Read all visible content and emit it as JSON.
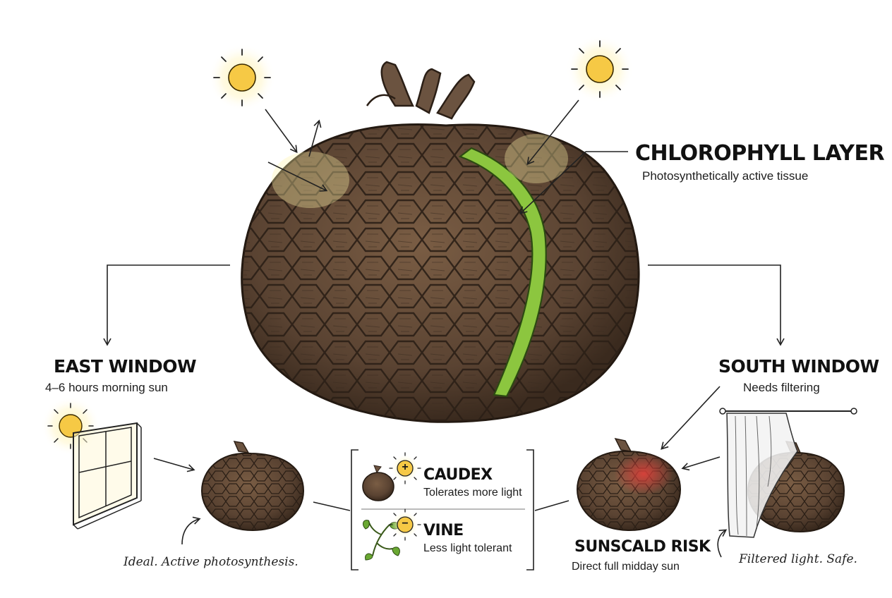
{
  "chlorophyll": {
    "title": "CHLOROPHYLL LAYER",
    "subtitle": "Photosynthetically active tissue"
  },
  "east": {
    "title": "EAST WINDOW",
    "subtitle": "4–6 hours morning sun",
    "note": "Ideal. Active photosynthesis."
  },
  "south": {
    "title": "SOUTH WINDOW",
    "subtitle": "Needs filtering",
    "note": "Filtered light. Safe."
  },
  "sunscald": {
    "title": "SUNSCALD RISK",
    "subtitle": "Direct full midday sun"
  },
  "legend": {
    "caudex": {
      "title": "CAUDEX",
      "subtitle": "Tolerates more light",
      "symbol": "+"
    },
    "vine": {
      "title": "VINE",
      "subtitle": "Less light tolerant",
      "symbol": "−"
    }
  },
  "colors": {
    "bark": "#5a4332",
    "bark_dark": "#2e2118",
    "chlorophyll": "#8cc63f",
    "sun": "#f6c945",
    "burn": "#d93a3a"
  },
  "icons": [
    "sun-icon",
    "window-icon",
    "curtain-icon",
    "vine-icon",
    "arrow-icon"
  ]
}
